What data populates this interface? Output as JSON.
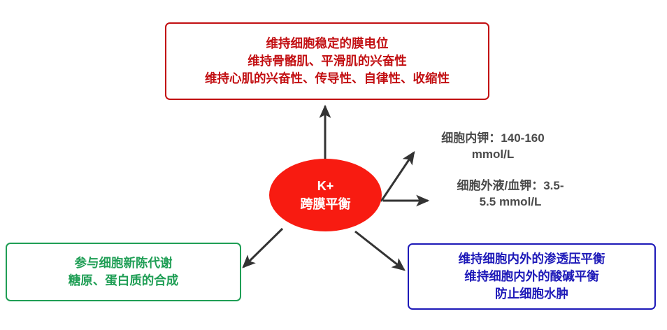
{
  "diagram": {
    "title_node": {
      "label": "K+\n跨膜平衡",
      "color": "#f81b11",
      "text_color": "#ffffff"
    },
    "boxes": [
      {
        "id": "membrane-potential",
        "label": "维持细胞稳定的膜电位\n维持骨骼肌、平滑肌的兴奋性\n维持心肌的兴奋性、传导性、自律性、收缩性",
        "color": "#c20f12"
      },
      {
        "id": "metabolism",
        "label": "参与细胞新陈代谢\n糖原、蛋白质的合成",
        "color": "#1f9e55"
      },
      {
        "id": "osmotic",
        "label": "维持细胞内外的渗透压平衡\n维持细胞内外的酸碱平衡\n防止细胞水肿",
        "color": "#1d19b8"
      }
    ],
    "annotations": [
      {
        "id": "intracellular-potassium",
        "label": "细胞内钾：140-160\nmmol/L",
        "color": "#4a4a4a"
      },
      {
        "id": "extracellular-potassium",
        "label": "细胞外液/血钾：3.5-\n5.5 mmol/L",
        "color": "#4a4a4a"
      }
    ],
    "arrows": [
      {
        "id": "arrow-to-membrane-potential",
        "direction": "up"
      },
      {
        "id": "arrow-to-intracellular-label",
        "direction": "up-right"
      },
      {
        "id": "arrow-to-extracellular-label",
        "direction": "right"
      },
      {
        "id": "arrow-to-metabolism",
        "direction": "down-left"
      },
      {
        "id": "arrow-to-osmotic",
        "direction": "down-right"
      }
    ],
    "arrow_color": "#333333"
  }
}
